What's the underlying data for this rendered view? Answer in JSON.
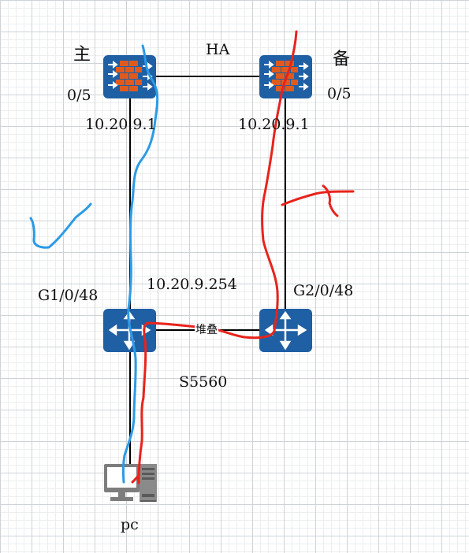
{
  "labels": {
    "primary": "主",
    "backup": "备",
    "ha": "HA",
    "fw_primary_port": "0/5",
    "fw_backup_port": "0/5",
    "fw_primary_ip": "10.20.9.1",
    "fw_backup_ip": "10.20.9.1",
    "gateway_ip": "10.20.9.254",
    "sw1_port": "G1/0/48",
    "sw2_port": "G2/0/48",
    "stack": "堆叠",
    "switch_model": "S5560",
    "pc": "pc"
  },
  "devices": {
    "firewall_primary": "firewall-icon",
    "firewall_backup": "firewall-icon",
    "switch_1": "switch-icon",
    "switch_2": "switch-icon",
    "pc": "pc-icon"
  },
  "colors": {
    "device_blue": "#1f5fa3",
    "firewall_brick": "#e05a1e",
    "link": "#000000",
    "annotation_blue": "#2b9ae6",
    "annotation_red": "#e8231b"
  }
}
